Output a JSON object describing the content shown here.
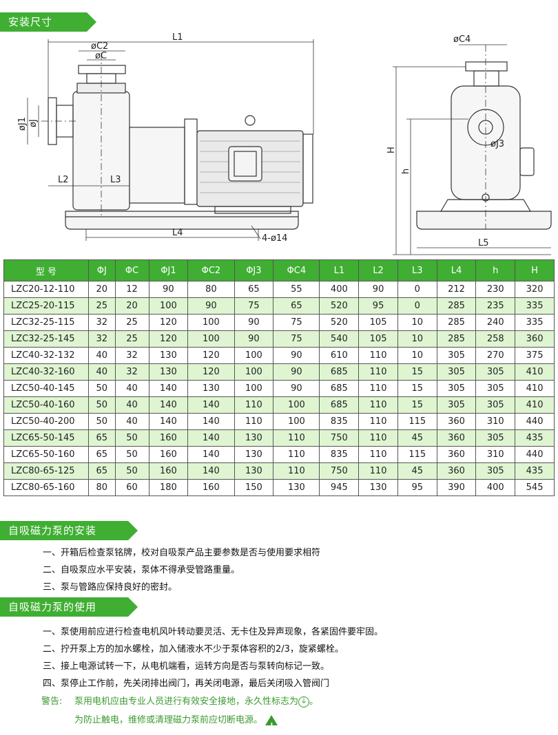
{
  "section_install_size": "安装尺寸",
  "section_installation": "自吸磁力泵的安装",
  "section_usage": "自吸磁力泵的使用",
  "drawing_labels": {
    "L1": "L1",
    "phiC2": "øC2",
    "phiC": "øC",
    "phiJ1": "øJ1",
    "phiJ": "øJ",
    "L2": "L2",
    "L3": "L3",
    "L4": "L4",
    "holes": "4-ø14",
    "phiC4": "øC4",
    "phiJ3": "øJ3",
    "H": "H",
    "h": "h",
    "L5": "L5"
  },
  "table": {
    "headers": [
      "型  号",
      "ΦJ",
      "ΦC",
      "ΦJ1",
      "ΦC2",
      "ΦJ3",
      "ΦC4",
      "L1",
      "L2",
      "L3",
      "L4",
      "h",
      "H"
    ],
    "rows": [
      [
        "LZC20-12-110",
        "20",
        "12",
        "90",
        "80",
        "65",
        "55",
        "400",
        "90",
        "0",
        "212",
        "230",
        "320"
      ],
      [
        "LZC25-20-115",
        "25",
        "20",
        "100",
        "90",
        "75",
        "65",
        "520",
        "95",
        "0",
        "285",
        "235",
        "335"
      ],
      [
        "LZC32-25-115",
        "32",
        "25",
        "120",
        "100",
        "90",
        "75",
        "520",
        "105",
        "10",
        "285",
        "240",
        "335"
      ],
      [
        "LZC32-25-145",
        "32",
        "25",
        "120",
        "100",
        "90",
        "75",
        "540",
        "105",
        "10",
        "285",
        "258",
        "360"
      ],
      [
        "LZC40-32-132",
        "40",
        "32",
        "130",
        "120",
        "100",
        "90",
        "610",
        "110",
        "10",
        "305",
        "270",
        "375"
      ],
      [
        "LZC40-32-160",
        "40",
        "32",
        "130",
        "120",
        "100",
        "90",
        "685",
        "110",
        "15",
        "305",
        "305",
        "410"
      ],
      [
        "LZC50-40-145",
        "50",
        "40",
        "140",
        "130",
        "100",
        "90",
        "685",
        "110",
        "15",
        "305",
        "305",
        "410"
      ],
      [
        "LZC50-40-160",
        "50",
        "40",
        "140",
        "140",
        "110",
        "100",
        "685",
        "110",
        "15",
        "305",
        "305",
        "410"
      ],
      [
        "LZC50-40-200",
        "50",
        "40",
        "140",
        "140",
        "110",
        "100",
        "835",
        "110",
        "115",
        "360",
        "310",
        "440"
      ],
      [
        "LZC65-50-145",
        "65",
        "50",
        "160",
        "140",
        "130",
        "110",
        "750",
        "110",
        "45",
        "360",
        "305",
        "435"
      ],
      [
        "LZC65-50-160",
        "65",
        "50",
        "160",
        "140",
        "130",
        "110",
        "835",
        "110",
        "115",
        "360",
        "310",
        "440"
      ],
      [
        "LZC80-65-125",
        "65",
        "50",
        "160",
        "140",
        "130",
        "110",
        "750",
        "110",
        "45",
        "360",
        "305",
        "435"
      ],
      [
        "LZC80-65-160",
        "80",
        "60",
        "180",
        "160",
        "150",
        "130",
        "945",
        "130",
        "95",
        "390",
        "400",
        "545"
      ]
    ]
  },
  "installation_items": [
    "一、开箱后检查泵铭牌，校对自吸泵产品主要参数是否与使用要求相符",
    "二、自吸泵应水平安装，泵体不得承受管路重量。",
    "三、泵与管路应保持良好的密封。"
  ],
  "usage_items": [
    "一、泵使用前应进行检查电机风叶转动要灵活、无卡住及异声现象，各紧固件要牢固。",
    "二、拧开泵上方的加水螺栓，加入储液水不少于泵体容积的2/3，旋紧螺栓。",
    "三、接上电源试转一下，从电机端看，运转方向是否与泵转向标记一致。",
    "四、泵停止工作前，先关闭排出阀门，再关闭电源，最后关闭吸入管阀门"
  ],
  "warning": {
    "prefix": "警告:",
    "line1": "泵用电机应由专业人员进行有效安全接地，永久性标志为",
    "line1_end": "。",
    "line2": "为防止触电，维修或清理磁力泵前应切断电源。"
  },
  "colors": {
    "accent": "#3fae32",
    "row_alt": "#dff5d2",
    "warning_text": "#3b9a2f"
  },
  "icons": {
    "earth": "ground-symbol-icon",
    "warning": "warning-triangle-icon"
  }
}
